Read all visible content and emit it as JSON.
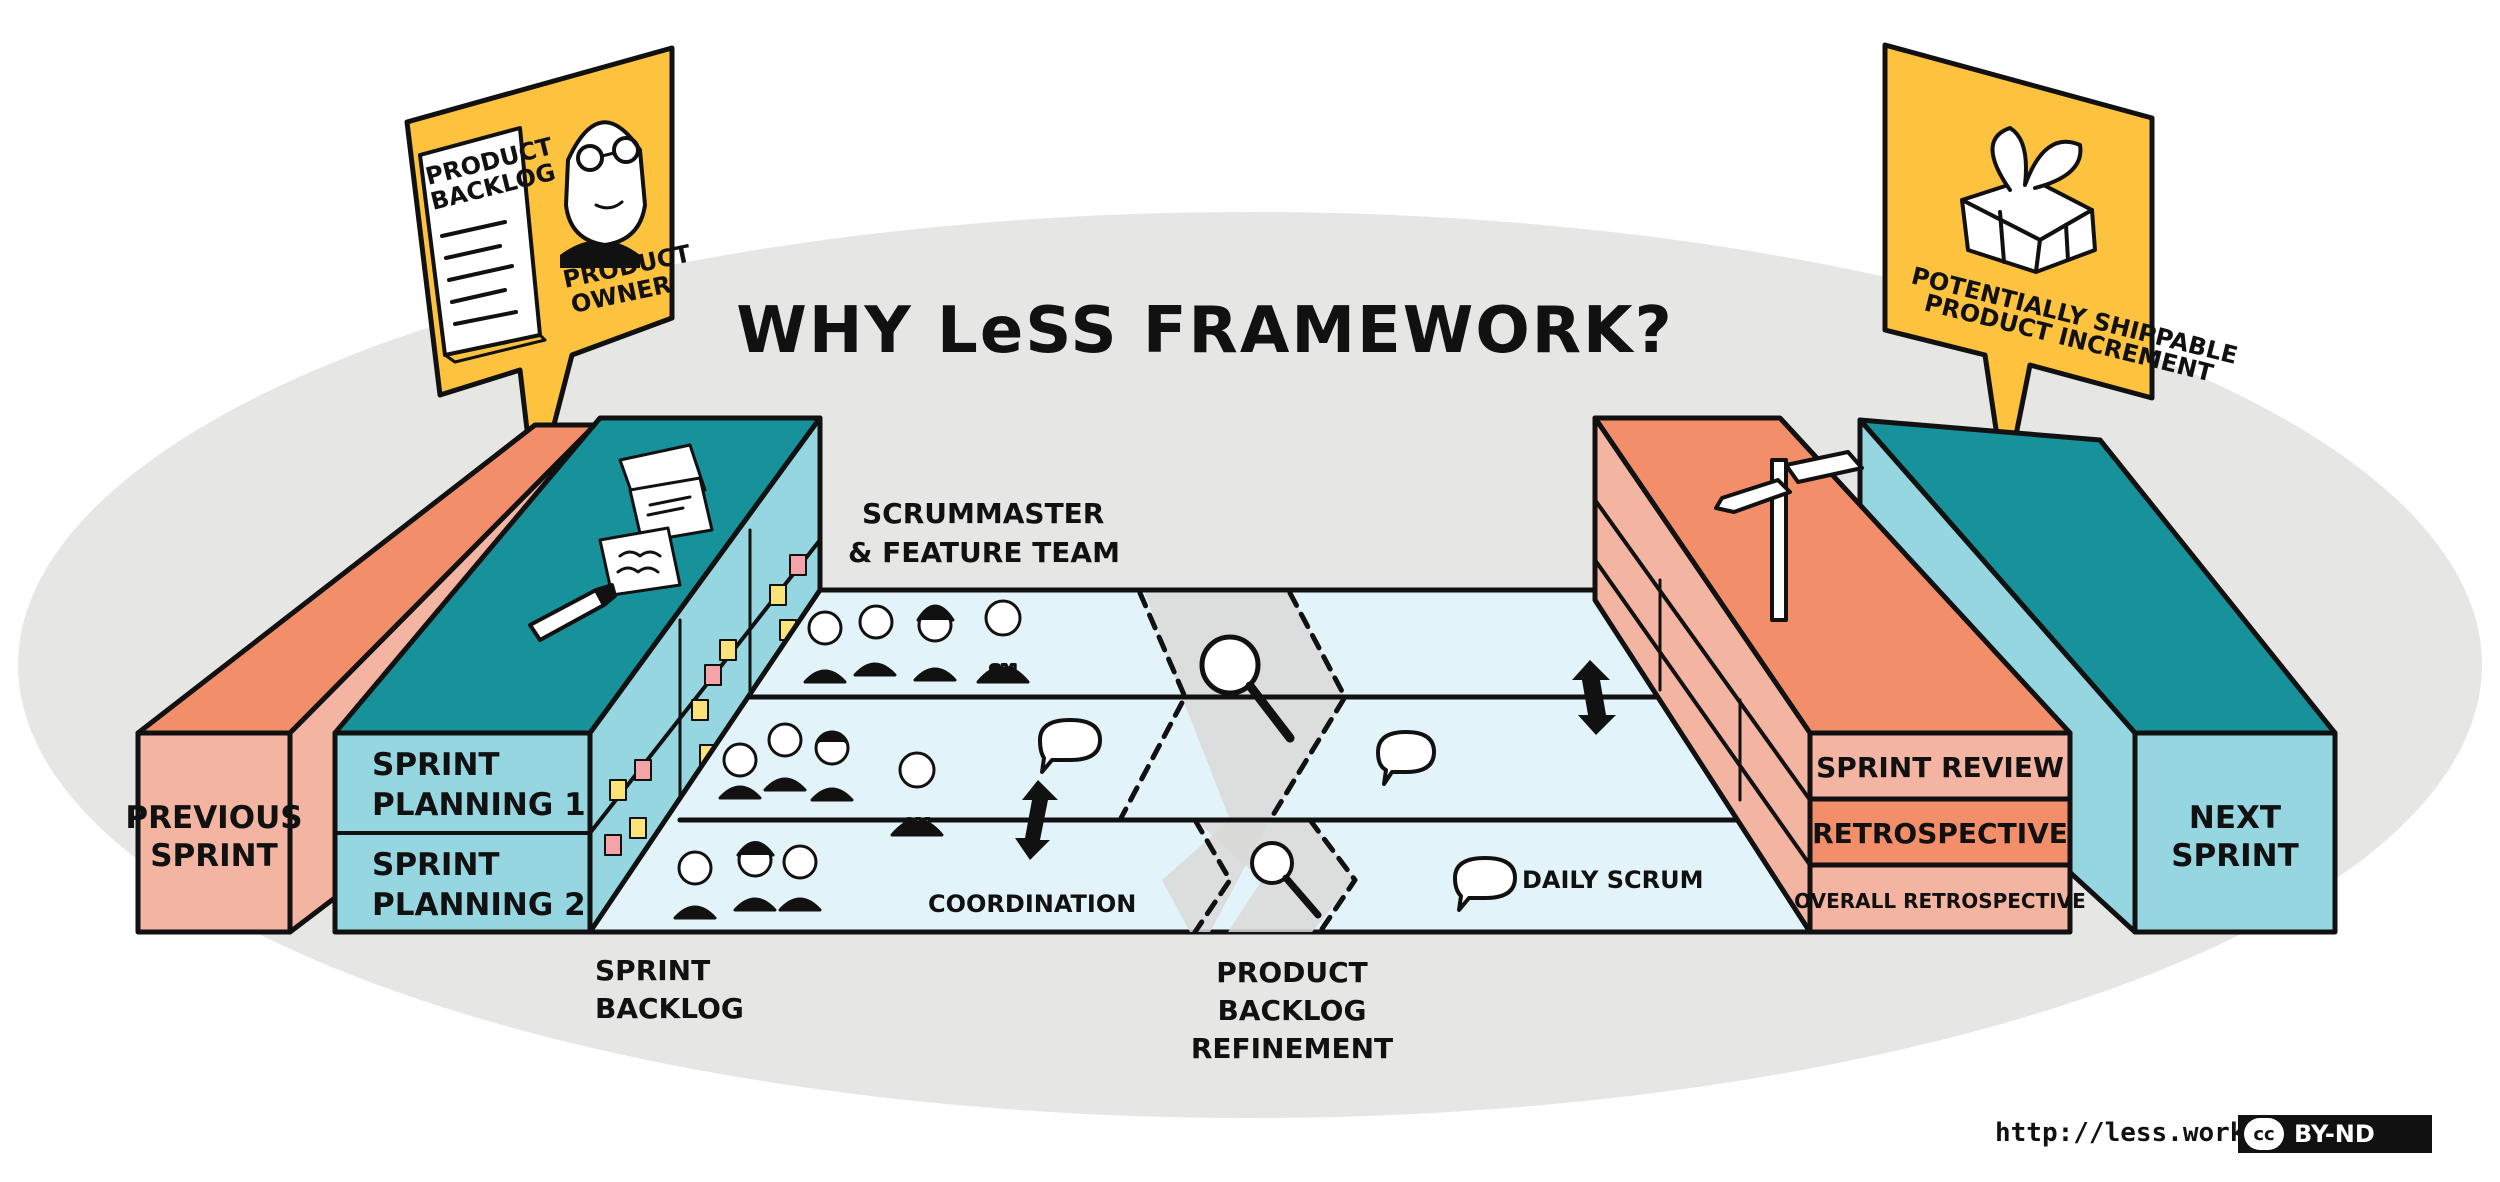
{
  "title": "WHY LeSS FRAMEWORK?",
  "product_owner": {
    "backlog_label": [
      "PRODUCT",
      "BACKLOG"
    ],
    "owner_label": [
      "PRODUCT",
      "OWNER"
    ]
  },
  "increment": {
    "label": [
      "POTENTIALLY SHIPPABLE",
      "PRODUCT INCREMENT"
    ]
  },
  "previous_sprint": [
    "PREVIOUS",
    "SPRINT"
  ],
  "next_sprint": [
    "NEXT",
    "SPRINT"
  ],
  "sprint_planning_1": [
    "SPRINT",
    "PLANNING 1"
  ],
  "sprint_planning_2": [
    "SPRINT",
    "PLANNING 2"
  ],
  "team_label": [
    "SCRUMMASTER",
    "& FEATURE TEAM"
  ],
  "sm_badge": "SM",
  "coordination": "COORDINATION",
  "daily_scrum": "DAILY SCRUM",
  "sprint_backlog": [
    "SPRINT",
    "BACKLOG"
  ],
  "refinement": [
    "PRODUCT",
    "BACKLOG",
    "REFINEMENT"
  ],
  "review_block": {
    "sprint_review": "SPRINT REVIEW",
    "retrospective": "RETROSPECTIVE",
    "overall_retrospective": "OVERALL RETROSPECTIVE"
  },
  "footer": {
    "url": "http://less.works",
    "license_icon": "cc",
    "license": "BY-ND"
  },
  "colors": {
    "ellipse": "#e6e6e4",
    "salmon": "#f38e6b",
    "salmon_light": "#f3b4a2",
    "teal_top": "#17929b",
    "teal_front": "#96d6e0",
    "lane": "#e2f4fa",
    "yellow": "#fdc33e",
    "sticky": "#fbe37a",
    "sticky_pink": "#f4a4a8"
  }
}
